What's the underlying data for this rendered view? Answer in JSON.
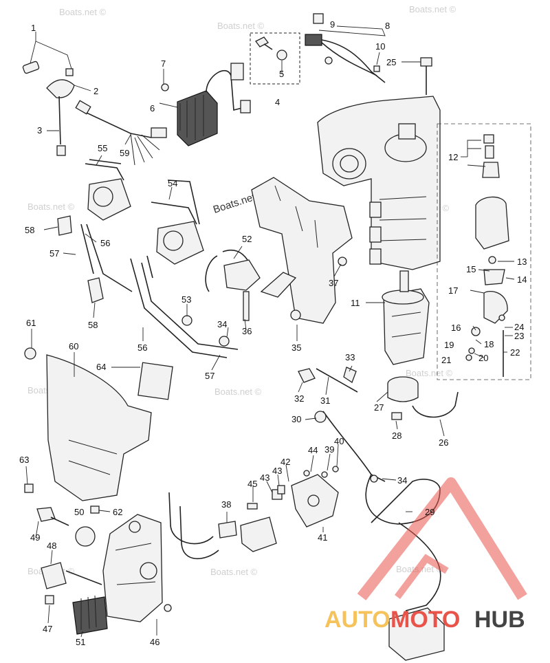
{
  "watermarks": {
    "site": "Boats.net ©",
    "center": "Boats.net ©"
  },
  "brand": {
    "part1": "AUTO",
    "part2": "MOTO",
    "part3": "HUB",
    "colors": {
      "auto": "#f5c25b",
      "moto": "#e8534a",
      "hub": "#444444",
      "triangle": "#e8534a"
    }
  },
  "callouts": [
    "1",
    "2",
    "3",
    "4",
    "5",
    "6",
    "7",
    "8",
    "9",
    "10",
    "11",
    "12",
    "13",
    "14",
    "15",
    "16",
    "17",
    "18",
    "19",
    "20",
    "21",
    "22",
    "23",
    "24",
    "25",
    "26",
    "27",
    "28",
    "29",
    "30",
    "31",
    "32",
    "33",
    "34",
    "34",
    "35",
    "36",
    "37",
    "38",
    "39",
    "40",
    "41",
    "42",
    "43",
    "44",
    "45",
    "46",
    "47",
    "48",
    "49",
    "50",
    "51",
    "52",
    "53",
    "54",
    "55",
    "56",
    "56",
    "57",
    "57",
    "58",
    "58",
    "59",
    "60",
    "61",
    "62",
    "63",
    "64"
  ]
}
